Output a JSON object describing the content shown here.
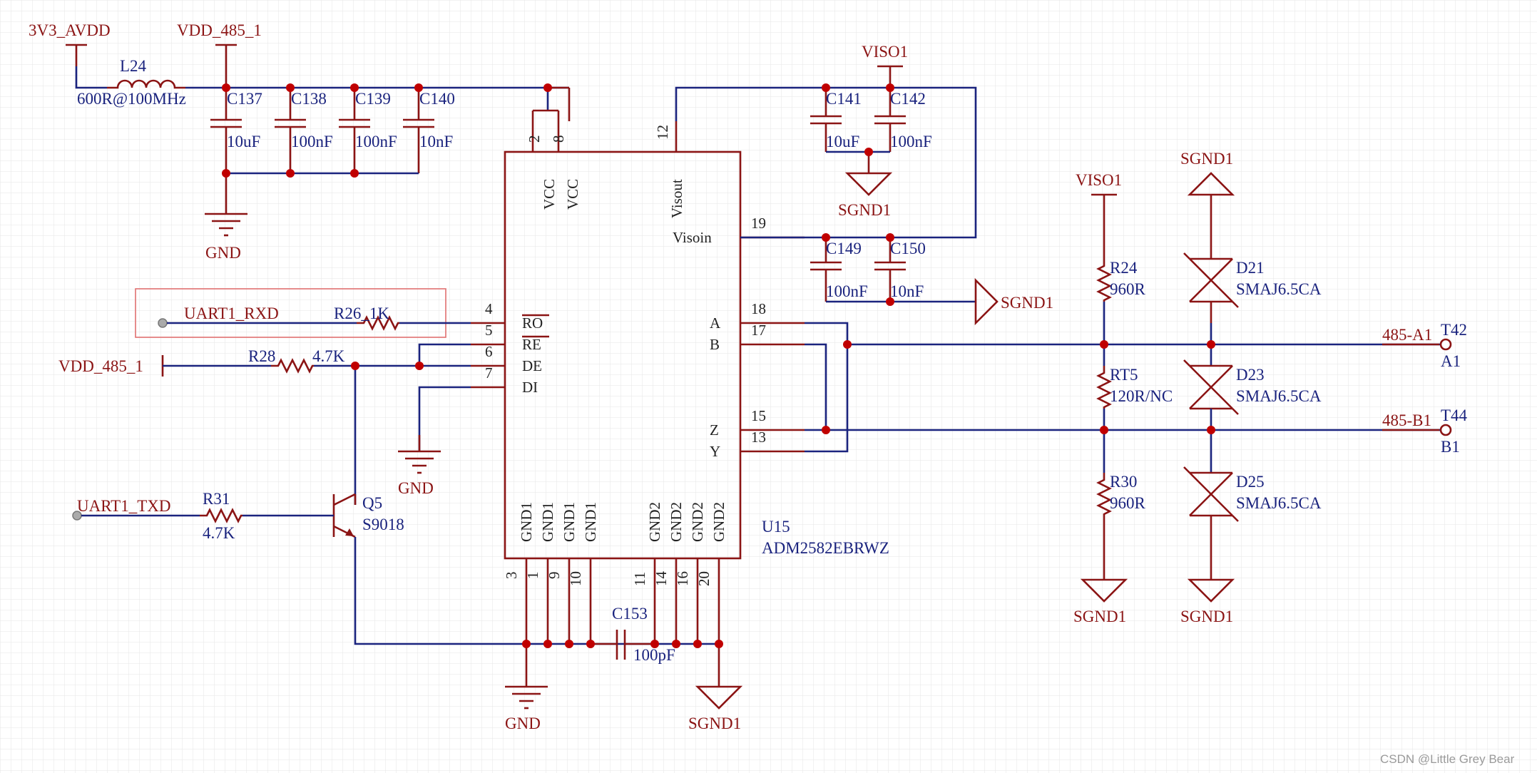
{
  "power": {
    "v3v3_avdd": "3V3_AVDD",
    "vdd_485_1": "VDD_485_1",
    "viso1": "VISO1",
    "gnd": "GND",
    "sgnd1": "SGND1"
  },
  "inductor": {
    "ref": "L24",
    "value": "600R@100MHz"
  },
  "capacitors": {
    "c137": {
      "ref": "C137",
      "value": "10uF"
    },
    "c138": {
      "ref": "C138",
      "value": "100nF"
    },
    "c139": {
      "ref": "C139",
      "value": "100nF"
    },
    "c140": {
      "ref": "C140",
      "value": "10nF"
    },
    "c141": {
      "ref": "C141",
      "value": "10uF"
    },
    "c142": {
      "ref": "C142",
      "value": "100nF"
    },
    "c149": {
      "ref": "C149",
      "value": "100nF"
    },
    "c150": {
      "ref": "C150",
      "value": "10nF"
    },
    "c153": {
      "ref": "C153",
      "value": "100pF"
    }
  },
  "resistors": {
    "r26": {
      "label": "R26_1K"
    },
    "r28": {
      "ref": "R28",
      "value": "4.7K"
    },
    "r31": {
      "ref": "R31",
      "value": "4.7K"
    },
    "r24": {
      "ref": "R24",
      "value": "960R"
    },
    "rt5": {
      "ref": "RT5",
      "value": "120R/NC"
    },
    "r30": {
      "ref": "R30",
      "value": "960R"
    }
  },
  "transistor": {
    "ref": "Q5",
    "value": "S9018"
  },
  "diodes": {
    "d21": {
      "ref": "D21",
      "value": "SMAJ6.5CA"
    },
    "d23": {
      "ref": "D23",
      "value": "SMAJ6.5CA"
    },
    "d25": {
      "ref": "D25",
      "value": "SMAJ6.5CA"
    }
  },
  "ic": {
    "ref": "U15",
    "part": "ADM2582EBRWZ",
    "left_pins": [
      "RO",
      "RE",
      "DE",
      "DI"
    ],
    "right_pins": [
      "A",
      "B",
      "Z",
      "Y"
    ],
    "top_pins": [
      "VCC",
      "VCC",
      "Visout"
    ],
    "visoin": "Visoin",
    "bottom_pins": [
      "GND1",
      "GND1",
      "GND1",
      "GND1",
      "GND2",
      "GND2",
      "GND2",
      "GND2"
    ],
    "pin_numbers": {
      "p2": "2",
      "p8": "8",
      "p12": "12",
      "p19": "19",
      "p4": "4",
      "p5": "5",
      "p6": "6",
      "p7": "7",
      "p18": "18",
      "p17": "17",
      "p15": "15",
      "p13": "13",
      "p3": "3",
      "p1": "1",
      "p9": "9",
      "p10": "10",
      "p11": "11",
      "p14": "14",
      "p16": "16",
      "p20": "20"
    }
  },
  "nets": {
    "uart1_rxd": "UART1_RXD",
    "uart1_txd": "UART1_TXD",
    "a1_net": "485-A1",
    "b1_net": "485-B1"
  },
  "terminals": {
    "t42": {
      "ref": "T42",
      "label": "A1"
    },
    "t44": {
      "ref": "T44",
      "label": "B1"
    }
  },
  "watermark": "CSDN @Little Grey Bear",
  "colors": {
    "wire": "#1a237e",
    "symbol": "#8b1414",
    "junction": "#c00000",
    "grid": "#e6e6e6",
    "highlight_box": "#e07070"
  }
}
